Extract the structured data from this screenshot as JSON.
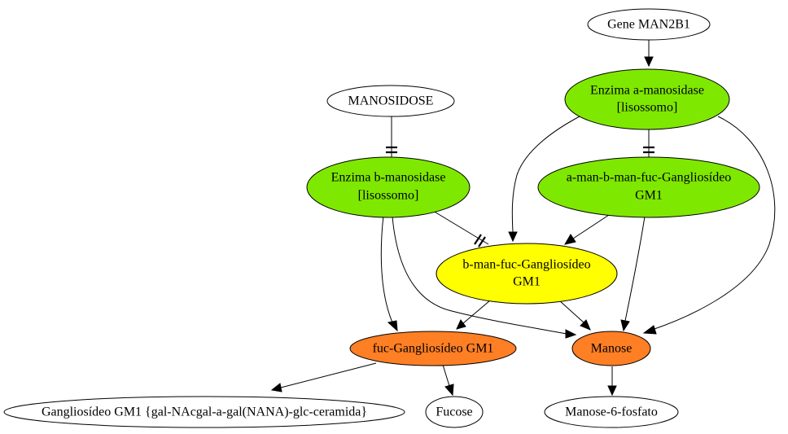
{
  "colors": {
    "green": "#7fe800",
    "yellow": "#ffff00",
    "orange": "#ff7f24",
    "white": "#ffffff",
    "stroke": "#000000"
  },
  "nodes": {
    "gene_man2b1": {
      "label": "Gene MAN2B1",
      "fill": "white"
    },
    "manosidose": {
      "label": "MANOSIDOSE",
      "fill": "white"
    },
    "enzima_a": {
      "label_line1": "Enzima a-manosidase",
      "label_line2": "[lisossomo]",
      "fill": "green"
    },
    "enzima_b": {
      "label_line1": "Enzima b-manosidase",
      "label_line2": "[lisossomo]",
      "fill": "green"
    },
    "a_man_b_man": {
      "label_line1": "a-man-b-man-fuc-Gangliosídeo",
      "label_line2": "GM1",
      "fill": "green"
    },
    "b_man_fuc": {
      "label_line1": "b-man-fuc-Gangliosídeo",
      "label_line2": "GM1",
      "fill": "yellow"
    },
    "fuc_gm1": {
      "label": "fuc-Gangliosídeo GM1",
      "fill": "orange"
    },
    "manose": {
      "label": "Manose",
      "fill": "orange"
    },
    "gangliosideo_gm1": {
      "label": "Gangliosídeo GM1 {gal-NAcgal-a-gal(NANA)-glc-ceramida}",
      "fill": "white"
    },
    "fucose": {
      "label": "Fucose",
      "fill": "white"
    },
    "manose6": {
      "label": "Manose-6-fosfato",
      "fill": "white"
    }
  },
  "edges": [
    {
      "from": "gene_man2b1",
      "to": "enzima_a",
      "type": "activates"
    },
    {
      "from": "manosidose",
      "to": "enzima_b",
      "type": "inhibits"
    },
    {
      "from": "enzima_a",
      "to": "a_man_b_man",
      "type": "inhibits"
    },
    {
      "from": "enzima_a",
      "to": "b_man_fuc",
      "type": "activates"
    },
    {
      "from": "enzima_a",
      "to": "manose",
      "type": "activates"
    },
    {
      "from": "enzima_b",
      "to": "b_man_fuc",
      "type": "inhibits"
    },
    {
      "from": "enzima_b",
      "to": "fuc_gm1",
      "type": "activates"
    },
    {
      "from": "enzima_b",
      "to": "manose",
      "type": "activates"
    },
    {
      "from": "a_man_b_man",
      "to": "b_man_fuc",
      "type": "activates"
    },
    {
      "from": "a_man_b_man",
      "to": "manose",
      "type": "activates"
    },
    {
      "from": "b_man_fuc",
      "to": "fuc_gm1",
      "type": "activates"
    },
    {
      "from": "b_man_fuc",
      "to": "manose",
      "type": "activates"
    },
    {
      "from": "fuc_gm1",
      "to": "gangliosideo_gm1",
      "type": "activates"
    },
    {
      "from": "fuc_gm1",
      "to": "fucose",
      "type": "activates"
    },
    {
      "from": "manose",
      "to": "manose6",
      "type": "activates"
    }
  ]
}
